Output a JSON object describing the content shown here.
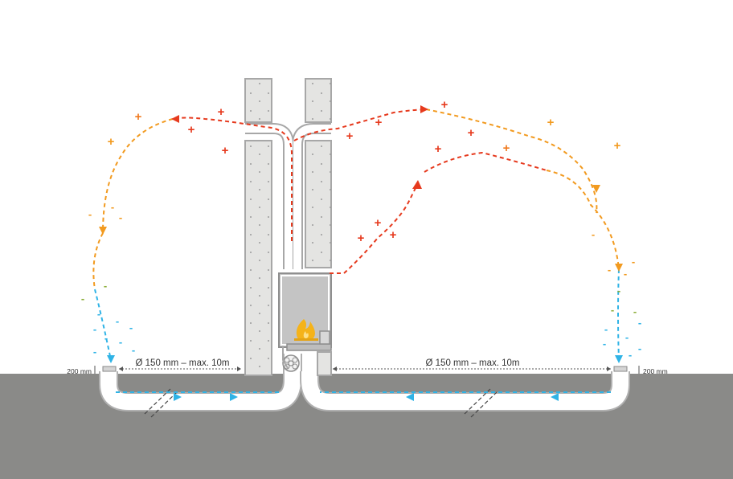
{
  "labels": {
    "duct_left": "Ø 150 mm – max. 10m",
    "duct_right": "Ø 150 mm – max. 10m",
    "height_left": "200 mm",
    "height_right": "200 mm"
  },
  "signs": {
    "plus": "+",
    "minus": "-"
  },
  "colors": {
    "ground": "#8a8a88",
    "wall": "#e4e4e2",
    "wall_stroke": "#a7a7a7",
    "duct": "#ffffff",
    "stove": "#c4c4c4",
    "hot_air": "#e63a1e",
    "warm_air": "#f29a1f",
    "cooling_air": "#8cae3a",
    "cold_air": "#2fb3e6",
    "flame": "#f5b31a"
  }
}
